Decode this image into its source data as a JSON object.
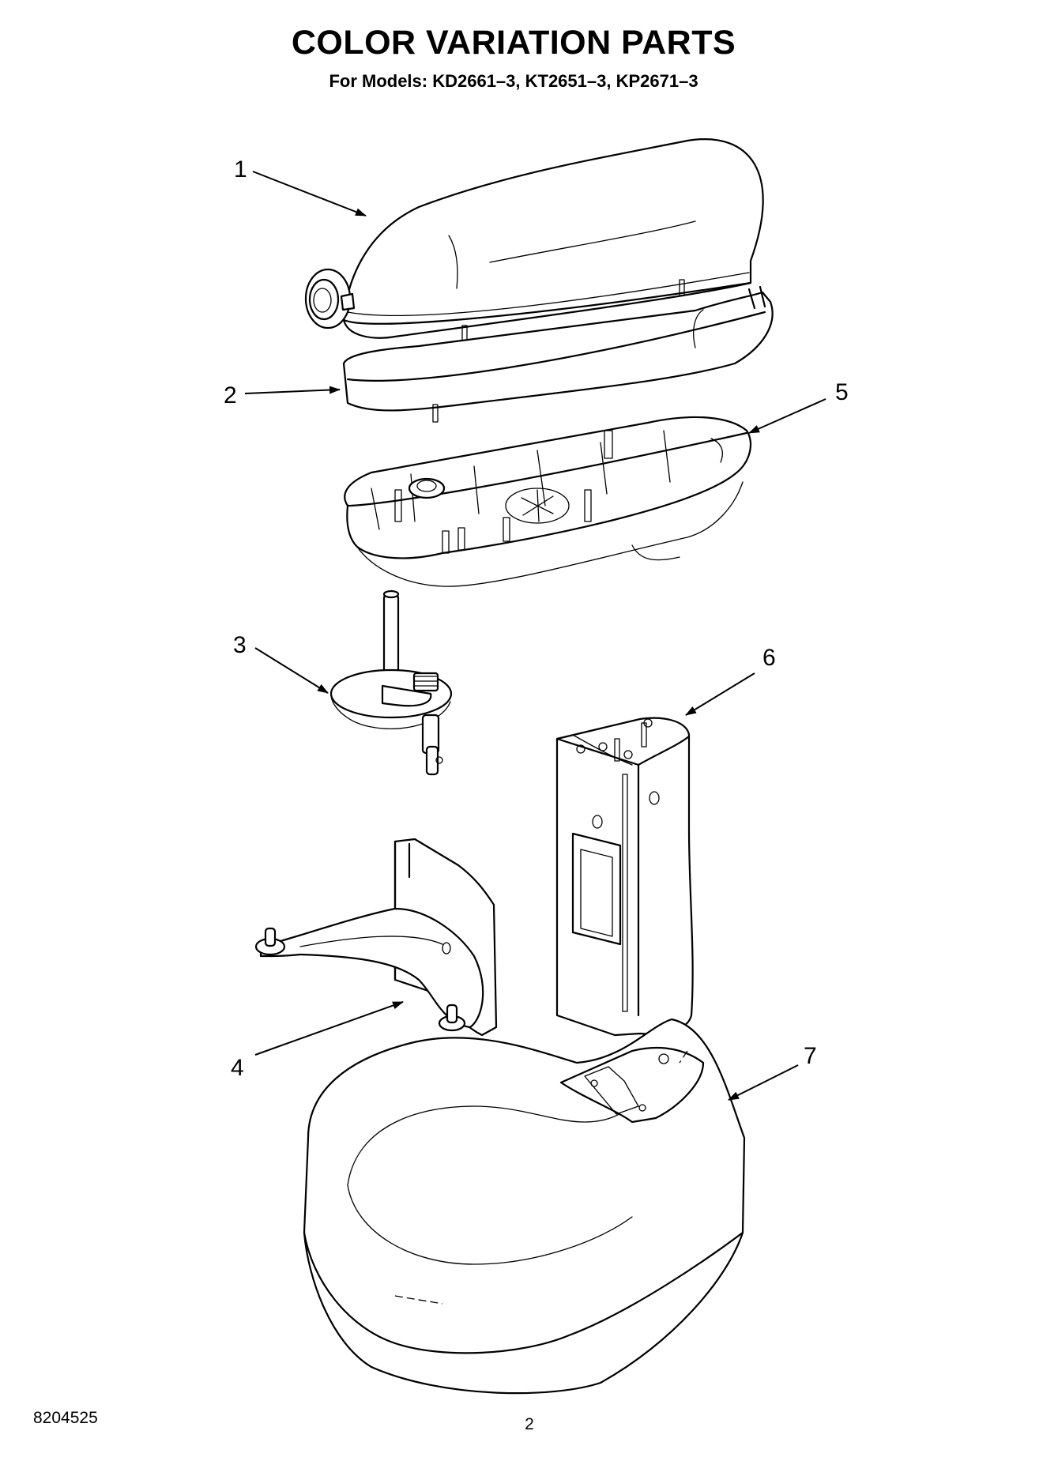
{
  "header": {
    "title": "COLOR VARIATION PARTS",
    "subtitle": "For Models: KD2661–3, KT2651–3, KP2671–3"
  },
  "callouts": [
    {
      "number": "1"
    },
    {
      "number": "2"
    },
    {
      "number": "3"
    },
    {
      "number": "4"
    },
    {
      "number": "5"
    },
    {
      "number": "6"
    },
    {
      "number": "7"
    }
  ],
  "footer": {
    "doc_number": "8204525",
    "page_number": "2"
  }
}
